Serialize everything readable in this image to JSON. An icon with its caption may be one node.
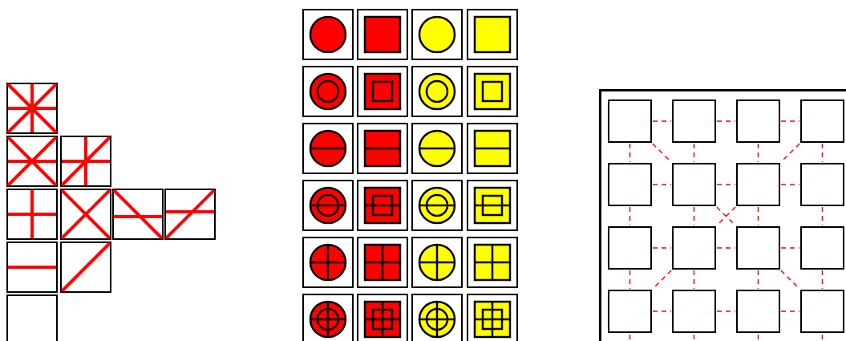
{
  "diagram": {
    "nodes": [
      {
        "text": [],
        "shape": "box"
      },
      {
        "text": [],
        "shape": "box",
        "in": 0
      },
      {
        "text": [],
        "shape": "box",
        "in": 0
      },
      {
        "text": [],
        "shape": "box",
        "in": 0
      },
      {
        "text": [],
        "shape": "box",
        "in": 0
      },
      {
        "text": [],
        "shape": "box",
        "in": 0
      },
      {
        "text": [],
        "shape": "box",
        "in": 0
      },
      {
        "text": [],
        "shape": "box",
        "in": 0
      },
      {
        "text": [],
        "shape": "box",
        "in": 0
      },
      {
        "text": [],
        "shape": "box",
        "in": 0
      },
      {
        "text": [],
        "shape": "box",
        "in": 0
      },
      {
        "text": [],
        "shape": "box",
        "in": 0
      },
      {
        "text": [],
        "shape": "box",
        "in": 0
      },
      {
        "text": [],
        "shape": "box",
        "in": 0
      },
      {
        "text": [],
        "shape": "box",
        "in": 0
      },
      {
        "text": [],
        "shape": "box",
        "in": 0
      },
      {
        "text": [],
        "shape": "box",
        "in": 0
      }
    ],
    "edges": [
      {
        "from": 1,
        "to": 2,
        "arrow": "none",
        "style": "dashed"
      },
      {
        "from": 2,
        "to": 3,
        "arrow": "none",
        "style": "dashed"
      },
      {
        "from": 3,
        "to": 4,
        "arrow": "none",
        "style": "dashed"
      },
      {
        "from": 1,
        "to": 5,
        "arrow": "none",
        "style": "dashed"
      },
      {
        "from": 1,
        "to": 6,
        "arrow": "none",
        "style": "dashed"
      },
      {
        "from": 2,
        "to": 6,
        "arrow": "none",
        "style": "dashed"
      },
      {
        "from": 3,
        "to": 7,
        "arrow": "none",
        "style": "dashed"
      },
      {
        "from": 4,
        "to": 7,
        "arrow": "none",
        "style": "dashed"
      },
      {
        "from": 4,
        "to": 8,
        "arrow": "none",
        "style": "dashed"
      },
      {
        "from": 5,
        "to": 6,
        "arrow": "none",
        "style": "dashed"
      },
      {
        "from": 6,
        "to": 7,
        "arrow": "none",
        "style": "dashed"
      },
      {
        "from": 7,
        "to": 8,
        "arrow": "none",
        "style": "dashed"
      },
      {
        "from": 5,
        "to": 9,
        "arrow": "none",
        "style": "dashed"
      },
      {
        "from": 6,
        "to": 10,
        "arrow": "none",
        "style": "dashed"
      },
      {
        "from": 6,
        "to": 11,
        "arrow": "none",
        "style": "dashed"
      },
      {
        "from": 7,
        "to": 10,
        "arrow": "none",
        "style": "dashed"
      },
      {
        "from": 7,
        "to": 11,
        "arrow": "none",
        "style": "dashed"
      },
      {
        "from": 8,
        "to": 12,
        "arrow": "none",
        "style": "dashed"
      },
      {
        "from": 9,
        "to": 10,
        "arrow": "none",
        "style": "dashed"
      },
      {
        "from": 10,
        "to": 11,
        "arrow": "none",
        "style": "dashed"
      },
      {
        "from": 11,
        "to": 12,
        "arrow": "none",
        "style": "dashed"
      },
      {
        "from": 9,
        "to": 13,
        "arrow": "none",
        "style": "dashed"
      },
      {
        "from": 10,
        "to": 13,
        "arrow": "none",
        "style": "dashed"
      },
      {
        "from": 10,
        "to": 14,
        "arrow": "none",
        "style": "dashed"
      },
      {
        "from": 11,
        "to": 15,
        "arrow": "none",
        "style": "dashed"
      },
      {
        "from": 11,
        "to": 16,
        "arrow": "none",
        "style": "dashed"
      },
      {
        "from": 12,
        "to": 16,
        "arrow": "none",
        "style": "dashed"
      },
      {
        "from": 13,
        "to": 14,
        "arrow": "none",
        "style": "dashed"
      },
      {
        "from": 14,
        "to": 15,
        "arrow": "none",
        "style": "dashed"
      },
      {
        "from": 15,
        "to": 16,
        "arrow": "none",
        "style": "dashed"
      },
      {
        "from": 13,
        "to": null,
        "arrow": "none",
        "style": "dashed"
      },
      {
        "from": 14,
        "to": null,
        "arrow": "none",
        "style": "dashed"
      },
      {
        "from": 15,
        "to": null,
        "arrow": "none",
        "style": "dashed"
      },
      {
        "from": 16,
        "to": null,
        "arrow": "none",
        "style": "dashed"
      }
    ]
  }
}
